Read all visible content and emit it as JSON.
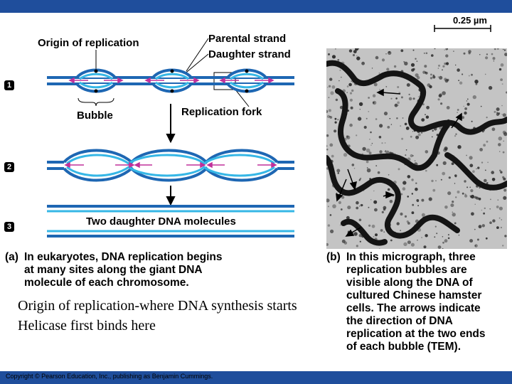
{
  "colors": {
    "background": "#1f4e9c",
    "strand_parental": "#1e67b3",
    "strand_daughter": "#36b7e6",
    "arrow": "#c0309a"
  },
  "diagram": {
    "origin_label": "Origin of replication",
    "parental_label": "Parental strand",
    "daughter_label": "Daughter strand",
    "bubble_label": "Bubble",
    "fork_label": "Replication fork",
    "molecules_label": "Two daughter DNA molecules",
    "steps": [
      "1",
      "2",
      "3"
    ]
  },
  "scale_label": "0.25 µm",
  "caption_a": {
    "tag": "(a)",
    "lines": [
      "In eukaryotes, DNA replication begins",
      "at many sites along the giant DNA",
      "molecule of each chromosome."
    ]
  },
  "caption_b": {
    "tag": "(b)",
    "lines": [
      "In this micrograph, three",
      "replication bubbles are",
      "visible along the DNA of",
      "cultured Chinese hamster",
      "cells. The arrows indicate",
      "the direction of DNA",
      "replication at the two ends",
      "of each bubble (TEM)."
    ]
  },
  "overlay_text": [
    "Origin of replication-where DNA synthesis starts",
    "Helicase first binds here"
  ],
  "copyright": "Copyright © Pearson Education, Inc., publishing as Benjamin Cummings."
}
